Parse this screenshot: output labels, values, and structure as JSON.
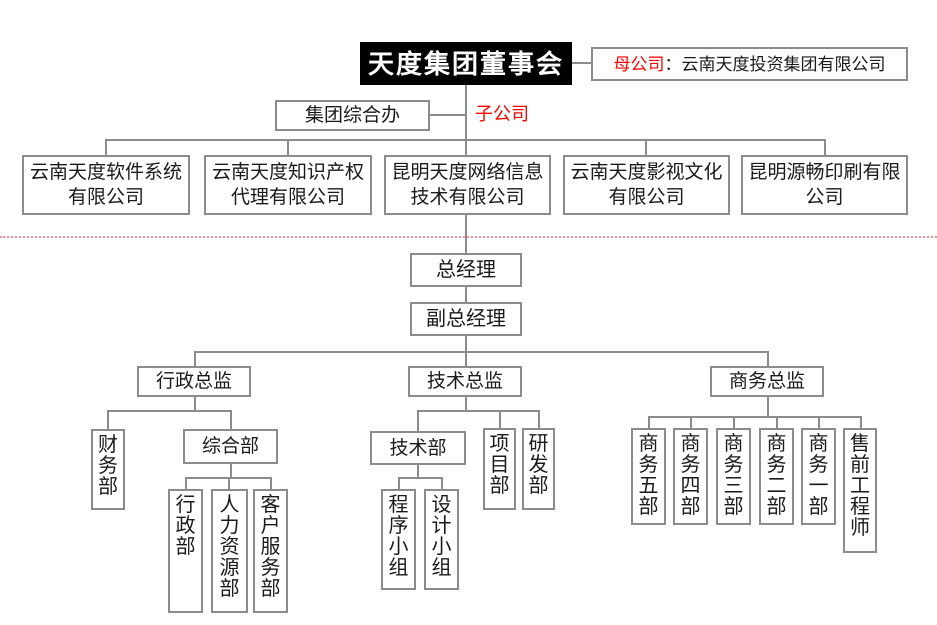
{
  "colors": {
    "accent_red": "#ff0000",
    "separator_dotted_red": "#f59090",
    "line_gray": "#8c8c8c",
    "board_bg": "#000000",
    "board_text": "#ffffff"
  },
  "top": {
    "board": "天度集团董事会",
    "parent_label": "母公司",
    "parent_rest": "：云南天度投资集团有限公司",
    "group_office": "集团综合办",
    "subsidiary_label": "子公司"
  },
  "companies": [
    "云南天度软件系统有限公司",
    "云南天度知识产权代理有限公司",
    "昆明天度网络信息技术有限公司",
    "云南天度影视文化有限公司",
    "昆明源畅印刷有限公司"
  ],
  "management": {
    "general_manager": "总经理",
    "deputy_general_manager": "副总经理"
  },
  "directors": {
    "admin": "行政总监",
    "tech": "技术总监",
    "business": "商务总监"
  },
  "admin_branch": {
    "finance": "财务部",
    "general": "综合部",
    "admin_dept": "行政部",
    "hr": "人力资源部",
    "customer_service": "客户服务部"
  },
  "tech_branch": {
    "tech_dept": "技术部",
    "project": "项目部",
    "rd": "研发部",
    "program_team": "程序小组",
    "design_team": "设计小组"
  },
  "business_branch": {
    "dept5": "商务五部",
    "dept4": "商务四部",
    "dept3": "商务三部",
    "dept2": "商务二部",
    "dept1": "商务一部",
    "presales": "售前工程师"
  }
}
